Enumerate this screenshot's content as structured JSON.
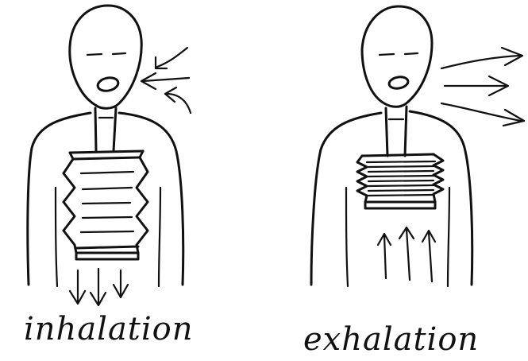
{
  "panels": [
    {
      "id": "inhalation",
      "caption": "inhalation",
      "airflow": "in",
      "lungs": "expanded",
      "diaphragm_arrows": "down"
    },
    {
      "id": "exhalation",
      "caption": "exhalation",
      "airflow": "out",
      "lungs": "contracted",
      "diaphragm_arrows": "up"
    }
  ],
  "colors": {
    "ink": "#111111",
    "background": "#ffffff"
  }
}
